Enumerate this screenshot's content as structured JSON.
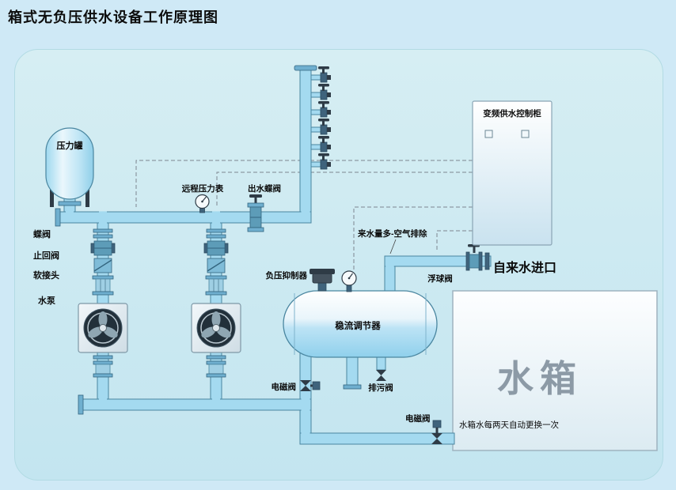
{
  "title": "箱式无负压供水设备工作原理图",
  "labels": {
    "pressure_tank": "压力罐",
    "butterfly_valve": "蝶阀",
    "check_valve": "止回阀",
    "flexible_joint": "软接头",
    "water_pump": "水泵",
    "remote_pressure_gauge": "远程压力表",
    "outlet_butterfly_valve": "出水蝶阀",
    "air_discharge_note": "来水量多-空气排除",
    "negative_pressure_suppressor": "负压抑制器",
    "flow_regulator": "稳流调节器",
    "float_valve": "浮球阀",
    "tap_water_inlet": "自来水进口",
    "control_cabinet": "变频供水控制柜",
    "water_tank": "水箱",
    "solenoid_valve_left": "电磁阀",
    "drain_valve": "排污阀",
    "solenoid_valve_right": "电磁阀",
    "water_tank_note": "水箱水每两天自动更换一次"
  },
  "colors": {
    "background": "#cfe9f6",
    "panel": "#c9e7f0",
    "pipe_fill": "#a4daf0",
    "pipe_stroke": "#4a86a0",
    "component_fill": "#5d9cb8",
    "water_tank_text": "#8c9aa6",
    "label_text": "#0b0b0b",
    "dashed_line": "#7d8690"
  }
}
